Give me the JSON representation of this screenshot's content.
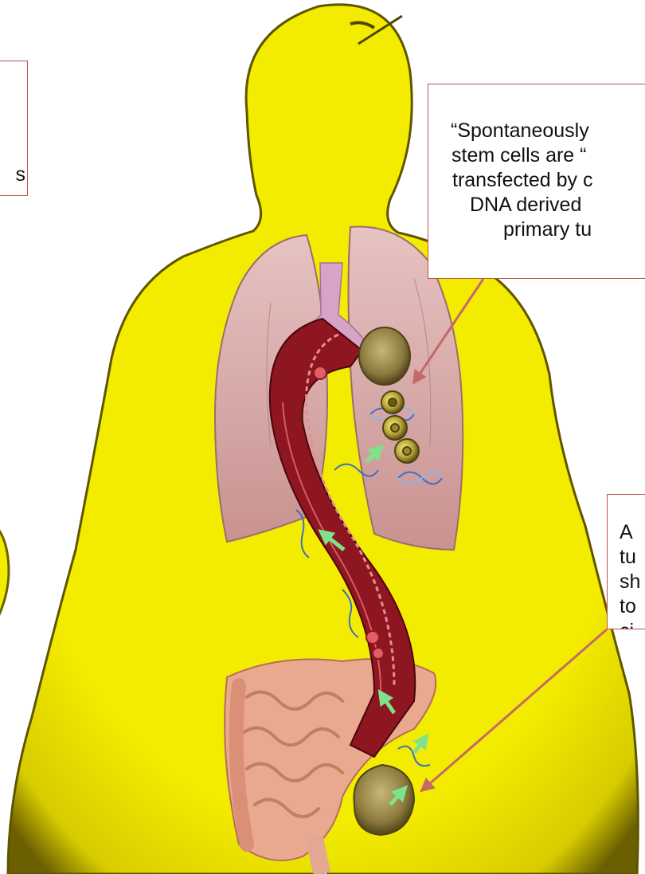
{
  "callouts": {
    "left": {
      "lines": [
        "s"
      ]
    },
    "top_right": {
      "lines": [
        "“Spontaneously",
        "stem cells are “",
        "transfected by c",
        "DNA derived",
        "primary tu"
      ]
    },
    "bottom_right": {
      "lines": [
        "A",
        "tu",
        "sh",
        "to",
        "ci"
      ]
    }
  },
  "colors": {
    "body_fill": "#f2ea00",
    "body_outline": "#7a6e00",
    "callout_border": "#c0504d",
    "arrow_red": "#c46a66",
    "arrow_green": "#7ee28a",
    "aorta": "#8e1620",
    "blood": "#5a0c14",
    "lung": "#d9a8a6",
    "intestine": "#e7a58a",
    "tumor": "#8a7a3a"
  },
  "icons": {
    "body": "human-silhouette",
    "lungs": "lungs-illustration",
    "aorta": "blood-vessel",
    "intestines": "intestines-illustration",
    "dna": "dna-strand-icon",
    "cell": "stem-cell-icon",
    "tumor": "tumor-mass-icon"
  }
}
